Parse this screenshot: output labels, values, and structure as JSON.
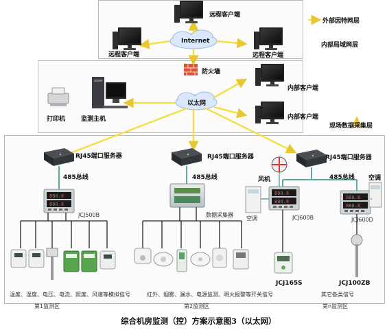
{
  "zones": {
    "remote_layer": "外部因特网层",
    "internal_layer": "内部局域网层",
    "field_layer": "现场数据采集层"
  },
  "network": {
    "internet": "Internet",
    "ethernet": "以太网",
    "firewall": "防火墙"
  },
  "clients": {
    "remote_top": "远程客户端",
    "remote_left": "远程客户端",
    "remote_right": "远程客户端",
    "internal_1": "内部客户端",
    "internal_2": "内部客户端"
  },
  "devices": {
    "printer": "打印机",
    "host": "监测主机",
    "rj45_1": "RJ45端口服务器",
    "rj45_2": "RJ45端口服务器",
    "rj45_3": "RJ45端口服务器",
    "bus_1": "485总线",
    "bus_2": "485总线",
    "bus_3": "485总线",
    "ctrl_1": "JCJ500B",
    "collector": "数据采集器",
    "ctrl_3": "JCJ600B",
    "ctrl_4": "JCJ600D",
    "fan": "风机",
    "ac_1": "空调",
    "ac_2": "空调",
    "sensor_jcj165s": "JCJ165S",
    "sensor_jcj100zb": "JCJ100ZB"
  },
  "captions": {
    "zone1_signals": "温度、湿度、电压、电流、照度、风速等模拟信号",
    "zone2_signals": "红外、烟雾、漏水、电源监测、明火报警等开关信号",
    "zone3_signals": "其它各类信号",
    "zone1_name": "第1监测区",
    "zone2_name": "第2监测区",
    "zone3_name": "第n监测区"
  },
  "title": "综合机房监测（控）方案示意图3（以太网）",
  "colors": {
    "bus_line": "#5fa8a0",
    "arrow": "#f2e04a",
    "cloud": "#dbe8fb",
    "firewall": "#d8553a"
  }
}
